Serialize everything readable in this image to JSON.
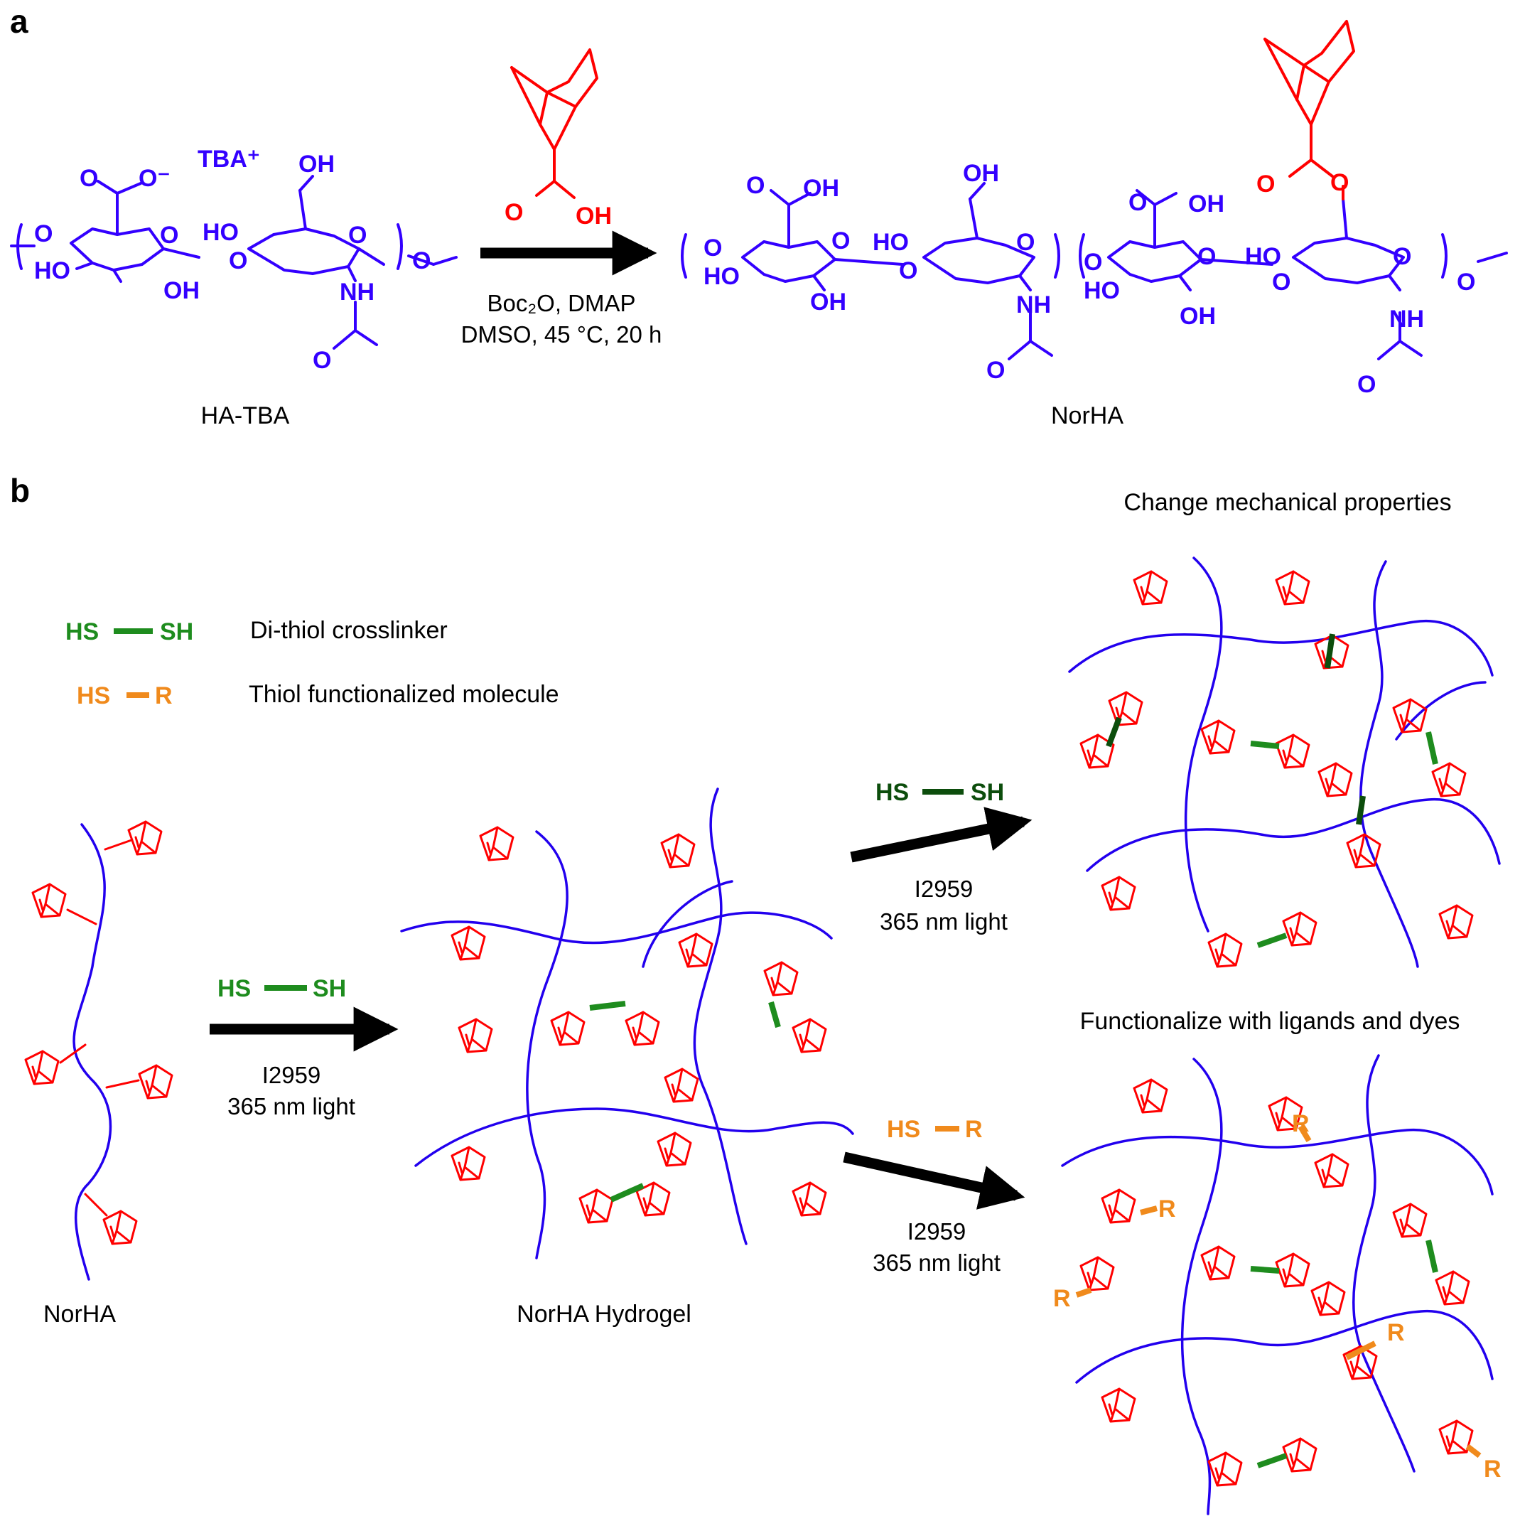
{
  "panel_a": {
    "letter": "a",
    "reactant_label": "HA-TBA",
    "product_label": "NorHA",
    "conditions_line1": "Boc₂O, DMAP",
    "conditions_line2": "DMSO, 45 °C, 20 h",
    "atoms": {
      "o": "O",
      "o_minus": "O⁻",
      "tba": "TBA⁺",
      "oh": "OH",
      "ho": "HO",
      "nh": "NH",
      "oh_red": "OH",
      "o_red": "O"
    }
  },
  "panel_b": {
    "letter": "b",
    "legend": {
      "dithiol_left": "HS",
      "dithiol_right": "SH",
      "dithiol_desc": "Di-thiol crosslinker",
      "thiol_left": "HS",
      "thiol_right": "R",
      "thiol_desc": "Thiol functionalized molecule"
    },
    "norha_label": "NorHA",
    "hydrogel_label": "NorHA Hydrogel",
    "arrow1": {
      "reagent_left": "HS",
      "reagent_right": "SH",
      "line1": "I2959",
      "line2": "365 nm light"
    },
    "arrow2": {
      "reagent_left": "HS",
      "reagent_right": "SH",
      "line1": "I2959",
      "line2": "365 nm light"
    },
    "arrow3": {
      "reagent_left": "HS",
      "reagent_right": "R",
      "line1": "I2959",
      "line2": "365 nm light"
    },
    "top_right_title": "Change mechanical properties",
    "bottom_right_title": "Functionalize with ligands and dyes",
    "r_label": "R"
  },
  "colors": {
    "hyaluronic_acid": "#3300ff",
    "norbornene": "#ff0000",
    "dithiol_legend": "#1e8c1e",
    "dithiol_dark": "#0c4d0c",
    "thiol_r": "#f08a1c"
  }
}
